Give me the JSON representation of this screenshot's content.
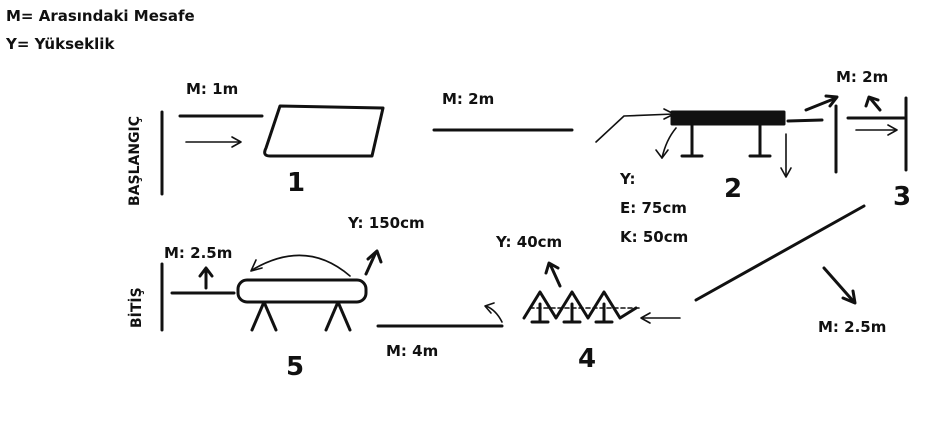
{
  "legend": {
    "distance": "M= Arasındaki Mesafe",
    "height": "Y= Yükseklik"
  },
  "start_label": "BAŞLANGIÇ",
  "finish_label": "BİTİŞ",
  "stations": {
    "s1": "1",
    "s2": "2",
    "s3": "3",
    "s4": "4",
    "s5": "5"
  },
  "measures": {
    "start_to_1": "M: 1m",
    "one_to_2": "M: 2m",
    "two_to_3": "M: 2m",
    "three_to_4": "M: 2.5m",
    "four_to_5": "M: 4m",
    "five_to_finish": "M: 2.5m"
  },
  "heights": {
    "station2_title": "Y:",
    "station2_e": "E: 75cm",
    "station2_k": "K: 50cm",
    "station4": "Y: 40cm",
    "station5": "Y: 150cm"
  }
}
